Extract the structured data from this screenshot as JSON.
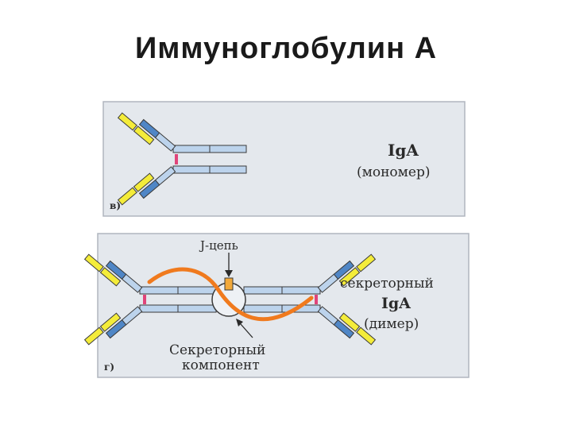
{
  "title": "Иммуноглобулин А",
  "panel_v": {
    "letter": "в)",
    "name": "IgA",
    "note": "(мономер)"
  },
  "panel_g": {
    "letter": "г)",
    "j_chain_label": "J-цепь",
    "right_label_1": "секреторный",
    "right_label_2": "IgA",
    "right_label_3": "(димер)",
    "bottom_label_1": "Секреторный",
    "bottom_label_2": "компонент"
  },
  "colors": {
    "panel_bg": "#e4e8ed",
    "panel_border": "#b0b6bf",
    "heavy_chain": "#bcd3ec",
    "heavy_variable": "#4f86c6",
    "light_chain": "#f4ec3a",
    "chain_outline": "#3a3a3a",
    "disulfide": "#e0447a",
    "j_chain": "#f2a93b",
    "secretory_component": "#f07a1e"
  }
}
